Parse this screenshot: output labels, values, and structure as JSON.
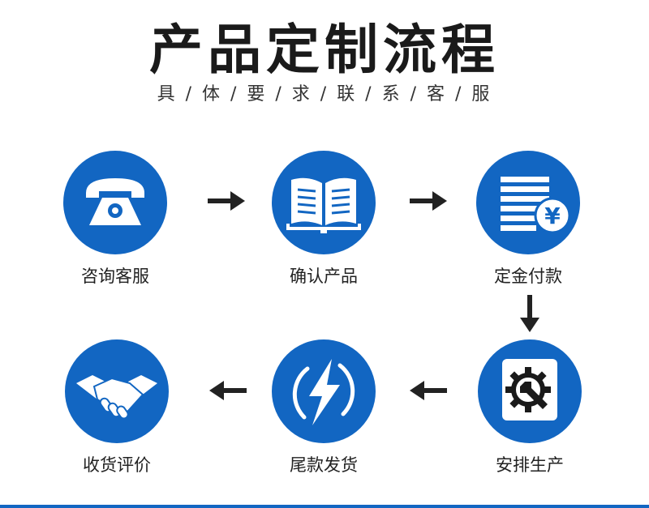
{
  "header": {
    "title": "产品定制流程",
    "subtitle": "具 / 体 / 要 / 求 / 联 / 系 / 客 / 服"
  },
  "steps": [
    {
      "label": "咨询客服",
      "icon": "telephone-icon"
    },
    {
      "label": "确认产品",
      "icon": "open-book-icon"
    },
    {
      "label": "定金付款",
      "icon": "yen-payment-icon"
    },
    {
      "label": "安排生产",
      "icon": "gear-wrench-icon"
    },
    {
      "label": "尾款发货",
      "icon": "lightning-bolt-icon"
    },
    {
      "label": "收货评价",
      "icon": "handshake-icon"
    }
  ],
  "payment_symbol": "¥",
  "colors": {
    "brand_blue": "#1266c2",
    "arrow": "#222222",
    "text": "#222222"
  }
}
